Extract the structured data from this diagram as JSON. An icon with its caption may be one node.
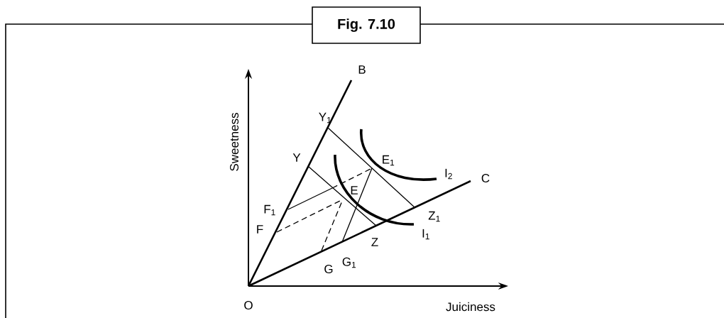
{
  "diagram": {
    "title": "Fig. 7.10",
    "labels": [
      "B",
      "Y$_{1}$",
      "Sweetness",
      "Y",
      "E$_{1}$",
      "I$_{2}$",
      "C",
      "E",
      "F$_{1}$",
      "Z$_{1}$",
      "F",
      "I$_{1}$",
      "Z",
      "G$_{1}$",
      "G",
      "O",
      "Juiciness"
    ]
  }
}
